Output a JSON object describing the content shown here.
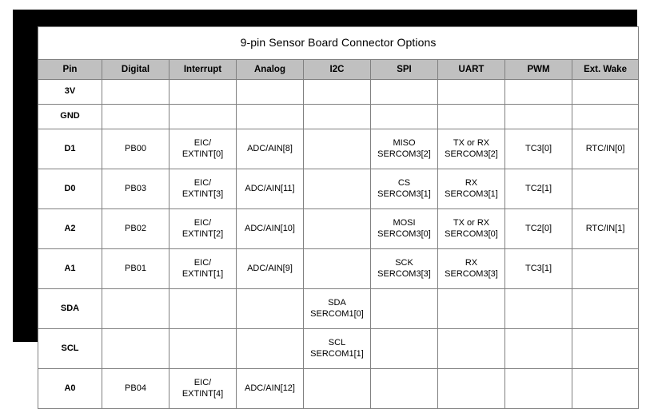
{
  "table": {
    "title": "9-pin Sensor Board Connector Options",
    "columns": [
      "Pin",
      "Digital",
      "Interrupt",
      "Analog",
      "I2C",
      "SPI",
      "UART",
      "PWM",
      "Ext. Wake"
    ],
    "rows": [
      {
        "pin": "3V",
        "size": "small",
        "cells": [
          {
            "blocked": true
          },
          {
            "blocked": true
          },
          {
            "blocked": true
          },
          {
            "blocked": true
          },
          {
            "blocked": true
          },
          {
            "blocked": true
          },
          {
            "blocked": true
          },
          {
            "blocked": true
          }
        ]
      },
      {
        "pin": "GND",
        "size": "small",
        "cells": [
          {
            "blocked": true
          },
          {
            "blocked": true
          },
          {
            "blocked": true
          },
          {
            "blocked": true
          },
          {
            "blocked": true
          },
          {
            "blocked": true
          },
          {
            "blocked": true
          },
          {
            "blocked": true
          }
        ]
      },
      {
        "pin": "D1",
        "size": "tall",
        "cells": [
          {
            "line1": "PB00",
            "line2": ""
          },
          {
            "line1": "EIC/",
            "line2": "EXTINT[0]"
          },
          {
            "line1": "ADC/AIN[8]",
            "line2": ""
          },
          {
            "blocked": true
          },
          {
            "line1": "MISO",
            "line2": "SERCOM3[2]"
          },
          {
            "line1": "TX or RX",
            "line2": "SERCOM3[2]"
          },
          {
            "line1": "TC3[0]",
            "line2": ""
          },
          {
            "line1": "RTC/IN[0]",
            "line2": ""
          }
        ]
      },
      {
        "pin": "D0",
        "size": "tall",
        "cells": [
          {
            "line1": "PB03",
            "line2": ""
          },
          {
            "line1": "EIC/",
            "line2": "EXTINT[3]"
          },
          {
            "line1": "ADC/AIN[11]",
            "line2": ""
          },
          {
            "blocked": true
          },
          {
            "line1": "CS",
            "line2": "SERCOM3[1]"
          },
          {
            "line1": "RX",
            "line2": "SERCOM3[1]"
          },
          {
            "line1": "TC2[1]",
            "line2": ""
          },
          {
            "blocked": true
          }
        ]
      },
      {
        "pin": "A2",
        "size": "tall",
        "cells": [
          {
            "line1": "PB02",
            "line2": ""
          },
          {
            "line1": "EIC/",
            "line2": "EXTINT[2]"
          },
          {
            "line1": "ADC/AIN[10]",
            "line2": ""
          },
          {
            "blocked": true
          },
          {
            "line1": "MOSI",
            "line2": "SERCOM3[0]"
          },
          {
            "line1": "TX or RX",
            "line2": "SERCOM3[0]"
          },
          {
            "line1": "TC2[0]",
            "line2": ""
          },
          {
            "line1": "RTC/IN[1]",
            "line2": ""
          }
        ]
      },
      {
        "pin": "A1",
        "size": "tall",
        "cells": [
          {
            "line1": "PB01",
            "line2": ""
          },
          {
            "line1": "EIC/",
            "line2": "EXTINT[1]"
          },
          {
            "line1": "ADC/AIN[9]",
            "line2": ""
          },
          {
            "blocked": true
          },
          {
            "line1": "SCK",
            "line2": "SERCOM3[3]"
          },
          {
            "line1": "RX",
            "line2": "SERCOM3[3]"
          },
          {
            "line1": "TC3[1]",
            "line2": ""
          },
          {
            "blocked": true
          }
        ]
      },
      {
        "pin": "SDA",
        "size": "tall",
        "cells": [
          {
            "blocked": true
          },
          {
            "blocked": true
          },
          {
            "blocked": true
          },
          {
            "line1": "SDA",
            "line2": "SERCOM1[0]"
          },
          {
            "blocked": true
          },
          {
            "blocked": true
          },
          {
            "blocked": true
          },
          {
            "blocked": true
          }
        ]
      },
      {
        "pin": "SCL",
        "size": "tall",
        "cells": [
          {
            "blocked": true
          },
          {
            "blocked": true
          },
          {
            "blocked": true
          },
          {
            "line1": "SCL",
            "line2": "SERCOM1[1]"
          },
          {
            "blocked": true
          },
          {
            "blocked": true
          },
          {
            "blocked": true
          },
          {
            "blocked": true
          }
        ]
      },
      {
        "pin": "A0",
        "size": "tall",
        "cells": [
          {
            "line1": "PB04",
            "line2": ""
          },
          {
            "line1": "EIC/",
            "line2": "EXTINT[4]"
          },
          {
            "line1": "ADC/AIN[12]",
            "line2": ""
          },
          {
            "blocked": true
          },
          {
            "blocked": true
          },
          {
            "blocked": true
          },
          {
            "blocked": true
          },
          {
            "blocked": true
          }
        ]
      }
    ]
  },
  "colors": {
    "frame": "#000000",
    "header_bg": "#c0c0c0",
    "pin_bg": "#dcdcdc",
    "blocked_bg": "#a8a8a8",
    "cell_bg": "#ffffff",
    "grid_line": "#808080",
    "text": "#000000"
  }
}
